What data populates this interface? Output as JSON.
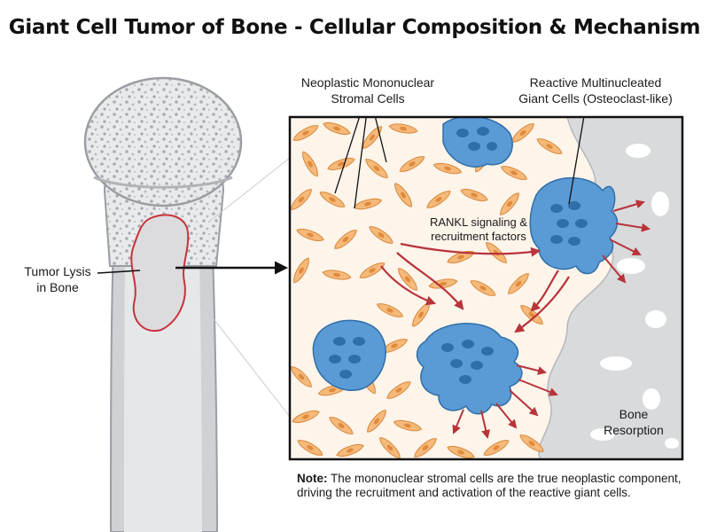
{
  "title": "Giant Cell Tumor of Bone - Cellular Composition & Mechanism",
  "labels": {
    "tumor_lysis_line1": "Tumor Lysis",
    "tumor_lysis_line2": "in Bone",
    "stromal_line1": "Neoplastic Mononuclear",
    "stromal_line2": "Stromal Cells",
    "giant_line1": "Reactive Multinucleated",
    "giant_line2": "Giant Cells (Osteoclast-like)",
    "rankl_line1": "RANKL signaling &",
    "rankl_line2": "recruitment factors",
    "bone_resorption_line1": "Bone",
    "bone_resorption_line2": "Resorption"
  },
  "note": {
    "prefix": "Note:",
    "text": "The mononuclear stromal cells are the true neoplastic component, driving the recruitment and activation of the reactive giant cells."
  },
  "colors": {
    "stromal_fill": "#f5b97a",
    "stromal_stroke": "#d9883a",
    "giant_fill": "#5b9bd5",
    "giant_stroke": "#2f6ea8",
    "arrow_red": "#b8333a",
    "lesion_outline": "#c8323a",
    "bone_gray": "#d9dadc"
  }
}
